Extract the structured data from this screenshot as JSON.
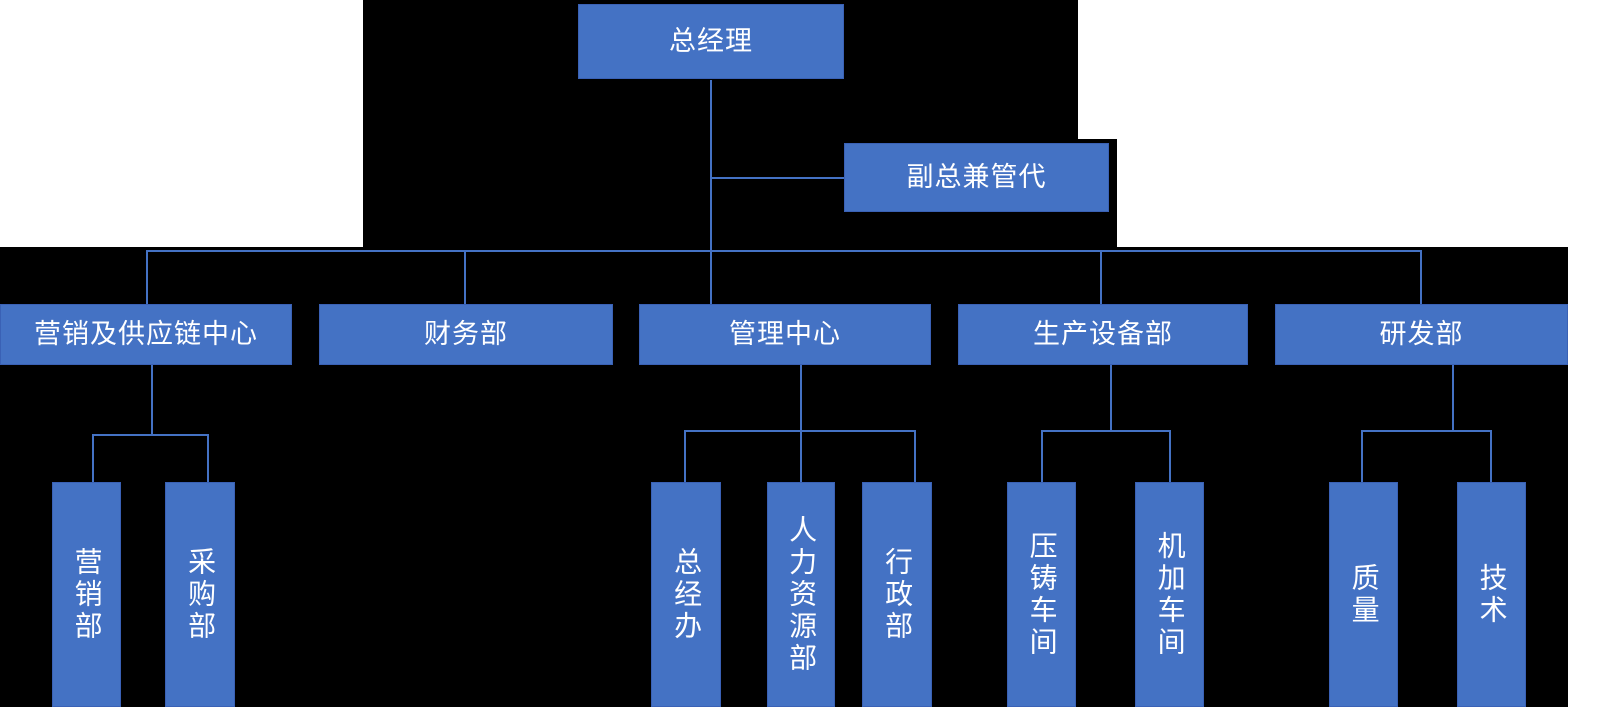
{
  "chart": {
    "type": "org-chart",
    "title": "",
    "palette": {
      "node_fill": "#4472C4",
      "node_border": "#3A61B5",
      "node_text": "#FFFFFF",
      "connector": "#4472C4",
      "backdrop": "#000000",
      "canvas": "#FFFFFF"
    },
    "levels": [
      {
        "level": 1,
        "nodes": [
          "top"
        ]
      },
      {
        "level": 2,
        "nodes": [
          "vice"
        ]
      },
      {
        "level": 3,
        "nodes": [
          "mkt_center",
          "finance",
          "mgmt_center",
          "prod_equip",
          "rnd"
        ]
      },
      {
        "level": 4,
        "nodes": [
          "mkt_dept",
          "purchase_dept",
          "gm_office",
          "hr_dept",
          "admin_dept",
          "diecast_ws",
          "machining_ws",
          "quality",
          "technology"
        ]
      }
    ],
    "nodes": {
      "top": {
        "label": "总经理",
        "orientation": "horizontal"
      },
      "vice": {
        "label": "副总兼管代",
        "orientation": "horizontal"
      },
      "mkt_center": {
        "label": "营销及供应链中心",
        "orientation": "horizontal"
      },
      "finance": {
        "label": "财务部",
        "orientation": "horizontal"
      },
      "mgmt_center": {
        "label": "管理中心",
        "orientation": "horizontal"
      },
      "prod_equip": {
        "label": "生产设备部",
        "orientation": "horizontal"
      },
      "rnd": {
        "label": "研发部",
        "orientation": "horizontal"
      },
      "mkt_dept": {
        "label": "营销部",
        "orientation": "vertical"
      },
      "purchase_dept": {
        "label": "采购部",
        "orientation": "vertical"
      },
      "gm_office": {
        "label": "总经办",
        "orientation": "vertical"
      },
      "hr_dept": {
        "label": "人力资源部",
        "orientation": "vertical"
      },
      "admin_dept": {
        "label": "行政部",
        "orientation": "vertical"
      },
      "diecast_ws": {
        "label": "压铸车间",
        "orientation": "vertical"
      },
      "machining_ws": {
        "label": "机加车间",
        "orientation": "vertical"
      },
      "quality": {
        "label": "质量",
        "orientation": "vertical"
      },
      "technology": {
        "label": "技术",
        "orientation": "vertical"
      }
    },
    "edges": [
      {
        "from": "top",
        "to": "vice"
      },
      {
        "from": "top",
        "to": "mkt_center"
      },
      {
        "from": "top",
        "to": "finance"
      },
      {
        "from": "top",
        "to": "mgmt_center"
      },
      {
        "from": "top",
        "to": "prod_equip"
      },
      {
        "from": "top",
        "to": "rnd"
      },
      {
        "from": "mkt_center",
        "to": "mkt_dept"
      },
      {
        "from": "mkt_center",
        "to": "purchase_dept"
      },
      {
        "from": "mgmt_center",
        "to": "gm_office"
      },
      {
        "from": "mgmt_center",
        "to": "hr_dept"
      },
      {
        "from": "mgmt_center",
        "to": "admin_dept"
      },
      {
        "from": "prod_equip",
        "to": "diecast_ws"
      },
      {
        "from": "prod_equip",
        "to": "machining_ws"
      },
      {
        "from": "rnd",
        "to": "quality"
      },
      {
        "from": "rnd",
        "to": "technology"
      }
    ]
  }
}
